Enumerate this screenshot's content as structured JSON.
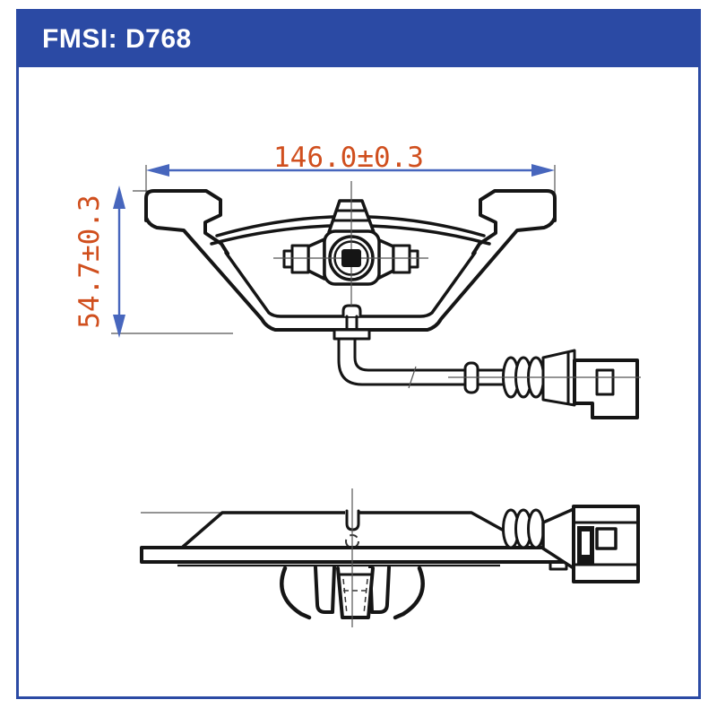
{
  "header": {
    "title": "FMSI: D768"
  },
  "drawing": {
    "width_dimension": "146.0±0.3",
    "height_dimension": "54.7±0.3"
  },
  "colors": {
    "brand_blue": "#2b4aa4",
    "dimension_arrow_blue": "#4766bd",
    "dimension_text_orange": "#d04f1e",
    "line_black": "#151515"
  }
}
